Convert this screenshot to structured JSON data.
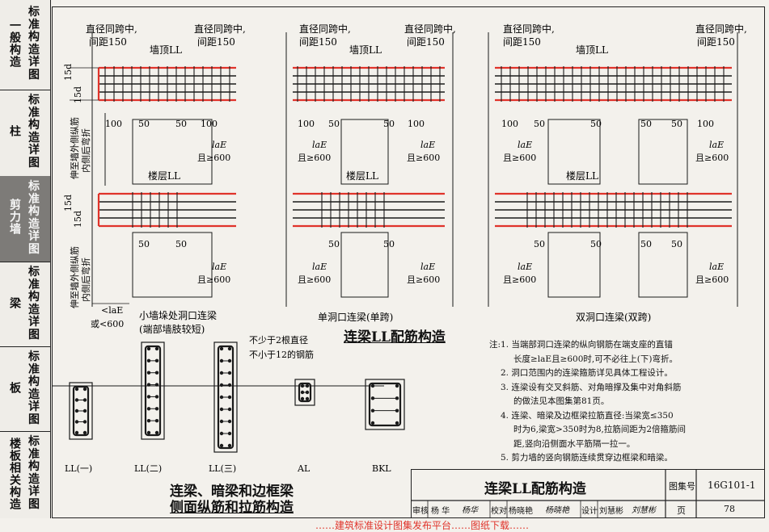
{
  "sidebar": [
    {
      "category": "一般构造",
      "sub": "标准构造详图",
      "active": false
    },
    {
      "category": "柱",
      "sub": "标准构造详图",
      "active": false
    },
    {
      "category": "剪力墙",
      "sub": "标准构造详图",
      "active": true
    },
    {
      "category": "梁",
      "sub": "标准构造详图",
      "active": false
    },
    {
      "category": "板",
      "sub": "标准构造详图",
      "active": false
    },
    {
      "category": "楼板相关构造",
      "sub": "标准构造详图",
      "active": false
    }
  ],
  "labels": {
    "dia_same": "直径同跨中,",
    "spacing": "间距150",
    "wall_top_ll": "墙顶LL",
    "floor_ll": "楼层LL",
    "d15": "15d",
    "dim_100": "100",
    "dim_50": "50",
    "lae": "laE",
    "lae_ge": "且≥600",
    "ext1": "伸至墙外侧纵筋",
    "ext2": "内侧后弯折",
    "lt_lae": "<laE",
    "or_lt600": "或<600",
    "small_wall_title": "小墙垛处洞口连梁",
    "small_wall_sub": "(端部墙肢较短)",
    "single_hole": "单洞口连梁(单跨)",
    "double_hole": "双洞口连梁(双跨)",
    "not_less_2": "不少于2根直径",
    "not_less_12": "不小于12的钢筋",
    "sec_ll1": "LL(一)",
    "sec_ll2": "LL(二)",
    "sec_ll3": "LL(三)",
    "sec_al": "AL",
    "sec_bkl": "BKL"
  },
  "captions": {
    "main": "连梁LL配筋构造",
    "bottom1": "连梁、暗梁和边框梁",
    "bottom2": "侧面纵筋和拉筋构造"
  },
  "notes": [
    "注:1. 当端部洞口连梁的纵向钢筋在端支座的直锚",
    "长度≥laE且≥600时,可不必往上(下)弯折。",
    "2. 洞口范围内的连梁箍筋详见具体工程设计。",
    "3. 连梁设有交叉斜筋、对角暗撑及集中对角斜筋",
    "的做法见本图集第81页。",
    "4. 连梁、暗梁及边框梁拉筋直径:当梁宽≤350",
    "时为6,梁宽>350时为8,拉筋间距为2倍箍筋间",
    "距,竖向沿侧面水平筋隔一拉一。",
    "5. 剪力墙的竖向钢筋连续贯穿边框梁和暗梁。"
  ],
  "title_block": {
    "title": "连梁LL配筋构造",
    "atlas_label": "图集号",
    "atlas_no": "16G101-1",
    "review": "审核",
    "reviewer": "杨 华",
    "review_sig": "杨华",
    "check": "校对",
    "checker": "杨晓艳",
    "check_sig": "杨晓艳",
    "design": "设计",
    "designer": "刘慧彬",
    "design_sig": "刘慧彬",
    "page_label": "页",
    "page_no": "78"
  },
  "footer": "……建筑标准设计图集发布平台……图纸下载……",
  "colors": {
    "rebar_red": "#e0332a",
    "line": "#1a1a1a",
    "paper": "#f3f1ec",
    "active_tab": "#7d7b78"
  }
}
